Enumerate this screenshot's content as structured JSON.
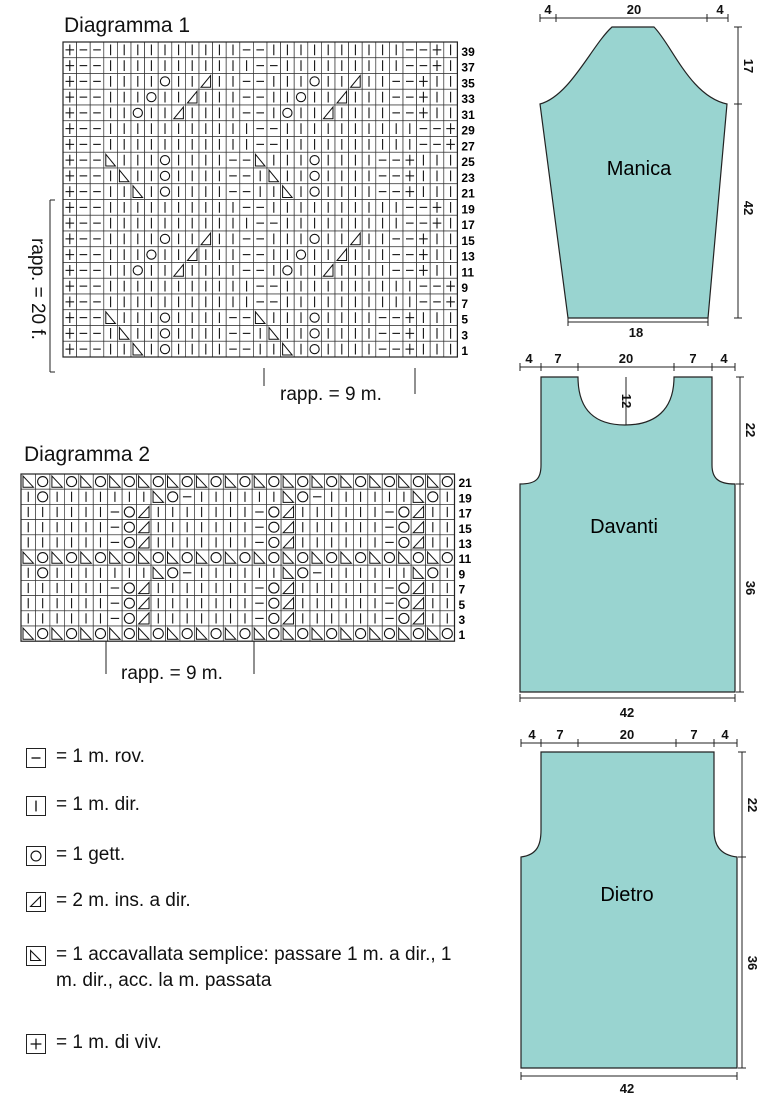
{
  "diagram1": {
    "title": "Diagramma 1",
    "rapp_rows": "rapp. = 20 f.",
    "rapp_stitches": "rapp. = 9 m.",
    "row_numbers": [
      "39",
      "37",
      "35",
      "33",
      "31",
      "29",
      "27",
      "25",
      "23",
      "21",
      "19",
      "17",
      "15",
      "13",
      "11",
      "9",
      "7",
      "5",
      "3",
      "1"
    ],
    "rows": [
      "+--||||||||||--||||||||||--+",
      "+--|||||||||||--|||||||||--+",
      "+--||||O||A||--|||O||A||--+",
      "+--|||O||A|||--||O||A|||--+",
      "+--||O||A||||--|O||A||||--+",
      "+--|||||||||||--||||||||||--+",
      "+--|||||||||||--||||||||||--+",
      "+--S|||O||||--S|||O||||--+",
      "+--|S||O||||--|S||O||||--+",
      "+--||S|O||||--||S|O||||--+",
      "+--||||||||||--||||||||||--+",
      "+--|||||||||||--|||||||||--+",
      "+--||||O||A||--|||O||A||--+",
      "+--|||O||A|||--||O||A|||--+",
      "+--||O||A||||--|O||A||||--+",
      "+--|||||||||||--||||||||||--+",
      "+--|||||||||||--||||||||||--+",
      "+--S|||O||||--S|||O||||--+",
      "+--|S||O||||--|S||O||||--+",
      "+--||S|O||||--||S|O||||--+"
    ]
  },
  "diagram2": {
    "title": "Diagramma 2",
    "rapp_stitches": "rapp. = 9 m.",
    "row_numbers": [
      "21",
      "19",
      "17",
      "15",
      "13",
      "11",
      "9",
      "7",
      "5",
      "3",
      "1"
    ],
    "rows": [
      "SOSOSOSOSOSOSOSOSOSOSOSOSOSOSO",
      "|O|||||||SO-||||||SO-||||||SO",
      "||||||-OA|||||||-OA||||||-OA",
      "||||||-OA|||||||-OA||||||-OA",
      "||||||-OA|||||||-OA||||||-OA",
      "SOSOSOSOSOSOSOSOSOSOSOSOSOSOSO",
      "|O|||||||SO-||||||SO-||||||SO",
      "||||||-OA|||||||-OA||||||-OA",
      "||||||-OA|||||||-OA||||||-OA",
      "||||||-OA|||||||-OA||||||-OA",
      "SOSOSOSOSOSOSOSOSOSOSOSOSOSOSO"
    ]
  },
  "legend": [
    {
      "symbol": "-",
      "icon": "purl-symbol-icon",
      "text": "= 1 m. rov."
    },
    {
      "symbol": "|",
      "icon": "knit-symbol-icon",
      "text": "= 1 m. dir."
    },
    {
      "symbol": "O",
      "icon": "yarn-over-symbol-icon",
      "text": "= 1 gett."
    },
    {
      "symbol": "A",
      "icon": "k2tog-symbol-icon",
      "text": "= 2 m. ins. a dir."
    },
    {
      "symbol": "S",
      "icon": "skp-symbol-icon",
      "text": "= 1 accavallata semplice: passare 1 m. a dir., 1 m. dir., acc. la m. passata"
    },
    {
      "symbol": "+",
      "icon": "edge-stitch-symbol-icon",
      "text": "= 1 m. di viv."
    }
  ],
  "schematics": {
    "fill_color": "#99d4d0",
    "manica": {
      "label": "Manica",
      "top": [
        "4",
        "20",
        "4"
      ],
      "right": [
        "17",
        "42"
      ],
      "bottom": "18"
    },
    "davanti": {
      "label": "Davanti",
      "top": [
        "4",
        "7",
        "20",
        "7",
        "4"
      ],
      "neck_depth": "12",
      "right": [
        "22",
        "36"
      ],
      "bottom": "42"
    },
    "dietro": {
      "label": "Dietro",
      "top": [
        "4",
        "7",
        "20",
        "7",
        "4"
      ],
      "right": [
        "22",
        "36"
      ],
      "bottom": "42"
    }
  }
}
